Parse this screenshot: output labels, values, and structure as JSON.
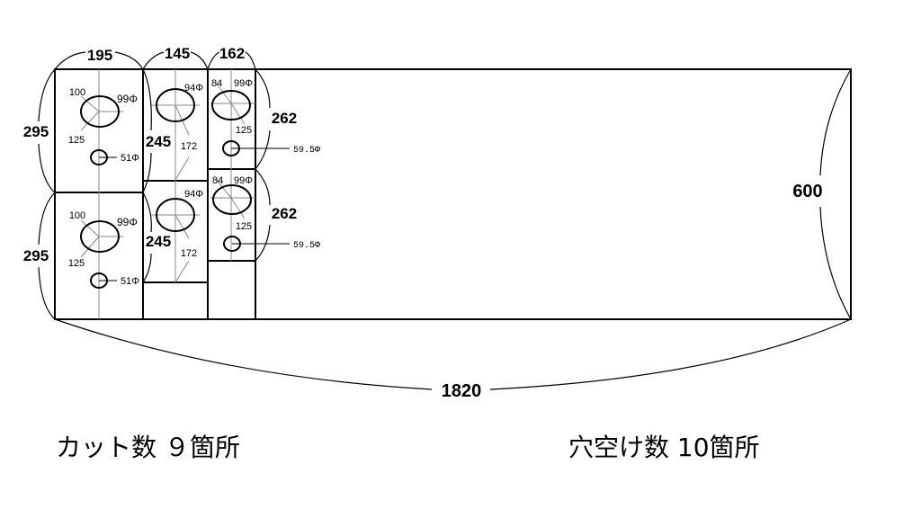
{
  "dimensions": {
    "board_width": "1820",
    "board_height": "600",
    "col1_width": "195",
    "col2_width": "145",
    "col3_width": "162",
    "col1_piece_height": "295",
    "col2_piece_height": "245",
    "col3_piece_height": "262"
  },
  "col1_piece": {
    "offset_top": "100",
    "offset_between": "125",
    "large_hole": "99Φ",
    "small_hole": "51Φ"
  },
  "col2_piece": {
    "large_hole": "94Φ",
    "offset": "172"
  },
  "col3_piece": {
    "offset_top": "84",
    "offset_between": "125",
    "large_hole": "99Φ",
    "small_hole": "59.5Φ"
  },
  "captions": {
    "cut_count": "カット数 ９箇所",
    "hole_count": "穴空け数 10箇所"
  }
}
